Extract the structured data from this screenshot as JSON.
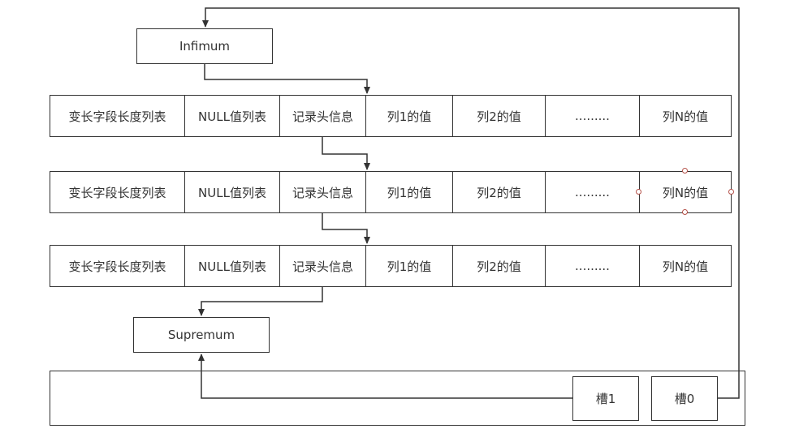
{
  "infimum_label": "Infimum",
  "supremum_label": "Supremum",
  "records": [
    {
      "cells": [
        "变长字段长度列表",
        "NULL值列表",
        "记录头信息",
        "列1的值",
        "列2的值",
        ".........",
        "列N的值"
      ]
    },
    {
      "cells": [
        "变长字段长度列表",
        "NULL值列表",
        "记录头信息",
        "列1的值",
        "列2的值",
        ".........",
        "列N的值"
      ]
    },
    {
      "cells": [
        "变长字段长度列表",
        "NULL值列表",
        "记录头信息",
        "列1的值",
        "列2的值",
        ".........",
        "列N的值"
      ]
    }
  ],
  "slots": [
    "槽1",
    "槽0"
  ],
  "colors": {
    "stroke": "#333333",
    "selection_handle": "#b5524a",
    "background": "#ffffff"
  }
}
